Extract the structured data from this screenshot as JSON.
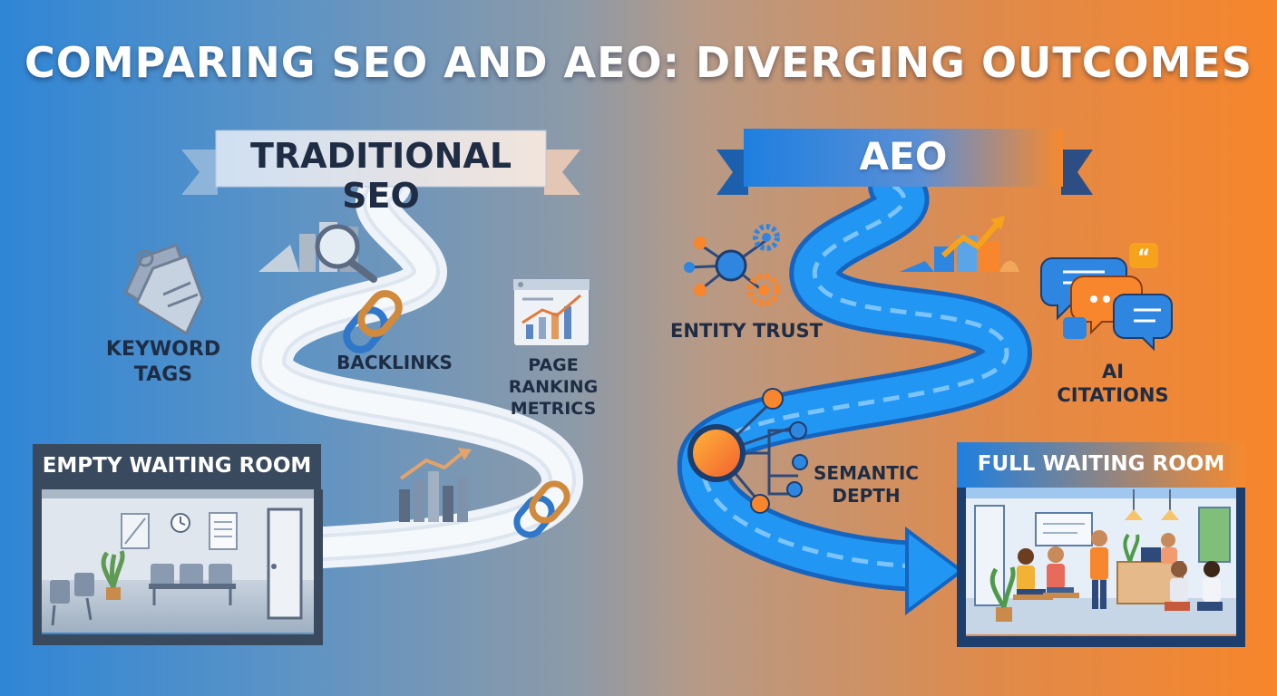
{
  "title": "COMPARING SEO AND AEO: DIVERGING OUTCOMES",
  "left": {
    "banner": "TRADITIONAL SEO",
    "labels": {
      "keyword_tags": "KEYWORD TAGS",
      "backlinks": "BACKLINKS",
      "page_ranking": "PAGE RANKING METRICS"
    },
    "room": "EMPTY WAITING ROOM"
  },
  "right": {
    "banner": "AEO",
    "labels": {
      "entity_trust": "ENTITY TRUST",
      "ai_citations": "AI CITATIONS",
      "semantic_depth": "SEMANTIC DEPTH"
    },
    "room": "FULL WAITING ROOM"
  },
  "colors": {
    "left_accent": "#2f86d6",
    "right_accent": "#f7862c",
    "banner_dark": "#3a4a5e",
    "path_blue": "#2196f3"
  }
}
